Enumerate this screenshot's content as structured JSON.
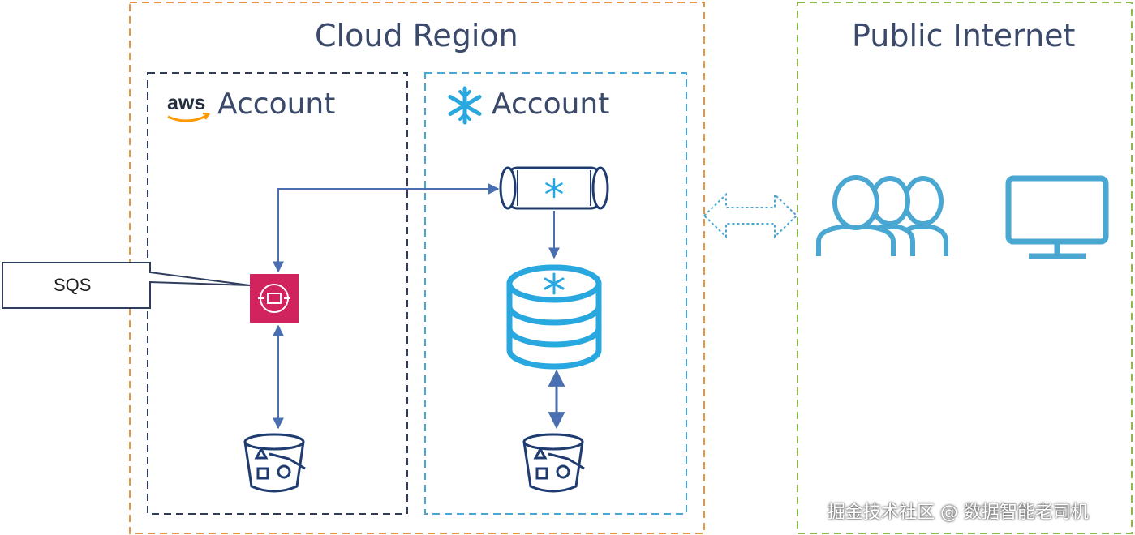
{
  "cloud_region": {
    "title": "Cloud Region"
  },
  "public_internet": {
    "title": "Public Internet"
  },
  "aws_account": {
    "logo_text": "aws",
    "title": "Account"
  },
  "snowflake_account": {
    "title": "Account"
  },
  "sqs_callout": {
    "label": "SQS"
  },
  "watermark": {
    "text": "掘金技术社区 @ 数据智能老司机"
  },
  "colors": {
    "cloud_region_border": "#e8963c",
    "public_internet_border": "#8fb84a",
    "aws_account_border": "#2f3d5c",
    "snowflake_account_border": "#4aa7d1",
    "arrow": "#4a6fb0",
    "snowflake_blue": "#29a8e0",
    "sqs_pink": "#d1245e",
    "bucket": "#1f3c70",
    "people": "#4aa7d1"
  }
}
